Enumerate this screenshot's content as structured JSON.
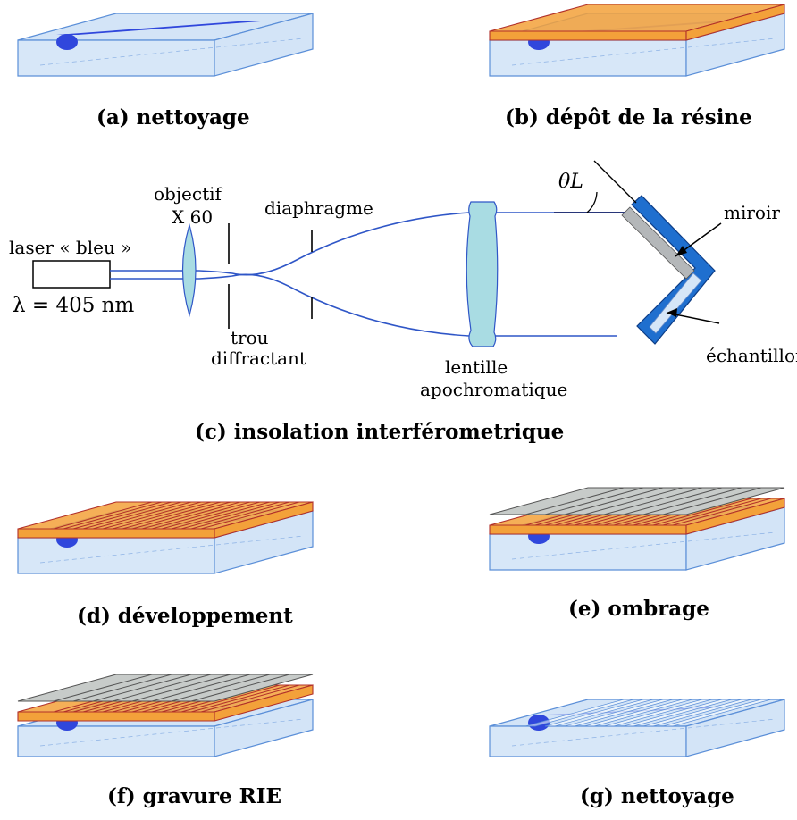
{
  "captions": {
    "a": "(a) nettoyage",
    "b": "(b) dépôt de la résine",
    "c": "(c) insolation interférometrique",
    "d": "(d) développement",
    "e": "(e) ombrage",
    "f": "(f) gravure RIE",
    "g": "(g) nettoyage"
  },
  "setup": {
    "laser": "laser « bleu »",
    "wavelength": "λ = 405 nm",
    "objective": "objectif",
    "magnification": "X 60",
    "pinhole_line1": "trou",
    "pinhole_line2": "diffractant",
    "diaphragm": "diaphragme",
    "lens_line1": "lentille",
    "lens_line2": "apochromatique",
    "theta": "θL",
    "mirror": "miroir",
    "sample": "échantillon"
  },
  "colors": {
    "substrate": "#d3e4f7",
    "substrate_edge": "#5b8fd8",
    "waveguide": "#3047dc",
    "resin": "#f3a13a",
    "resin_edge": "#b1302a",
    "shadow_metal": "#c7cbc9",
    "beam": "#2f56c7",
    "lens": "#a9dce3",
    "mirror_blue": "#1f6fcf"
  }
}
